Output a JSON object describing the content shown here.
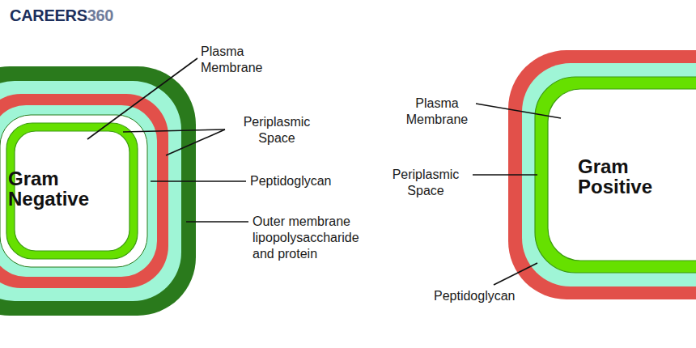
{
  "diagram": {
    "labels": [
      "CAREERS",
      "360",
      "Plasma Membrane",
      "Periplasmic Space",
      "Peptidoglycan",
      "Outer membrane lipopolysaccharide and protein",
      "Gram Negative",
      "Plasma Membrane",
      "Periplasmic Space",
      "Peptidoglycan",
      "Gram Positive"
    ]
  }
}
